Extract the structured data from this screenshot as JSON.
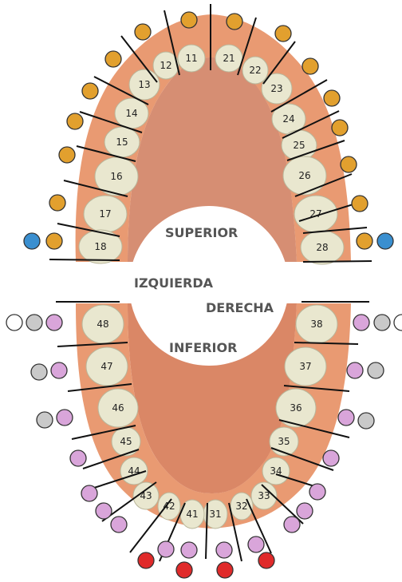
{
  "labels": {
    "superior": "SUPERIOR",
    "izquierda": "IZQUIERDA",
    "derecha": "DERECHA",
    "inferior": "INFERIOR"
  },
  "colors": {
    "gum": "#e99a72",
    "gum_dark": "#d67a55",
    "palate": "#cf7a5a",
    "tooth": "#e9e7cf",
    "tooth_edge": "#b9b69a",
    "line": "#111111",
    "orange": "#e2a02e",
    "blue": "#3a8fd0",
    "purple": "#d9a5da",
    "gray": "#c9c9c9",
    "white": "#ffffff",
    "red": "#e02a2a",
    "dot_stroke": "#333333"
  },
  "upper_right": [
    "11",
    "12",
    "13",
    "14",
    "15",
    "16",
    "17",
    "18"
  ],
  "upper_left": [
    "21",
    "22",
    "23",
    "24",
    "25",
    "26",
    "27",
    "28"
  ],
  "lower_left": [
    "31",
    "32",
    "33",
    "34",
    "35",
    "36",
    "37",
    "38"
  ],
  "lower_right": [
    "41",
    "42",
    "43",
    "44",
    "45",
    "46",
    "47",
    "48"
  ]
}
